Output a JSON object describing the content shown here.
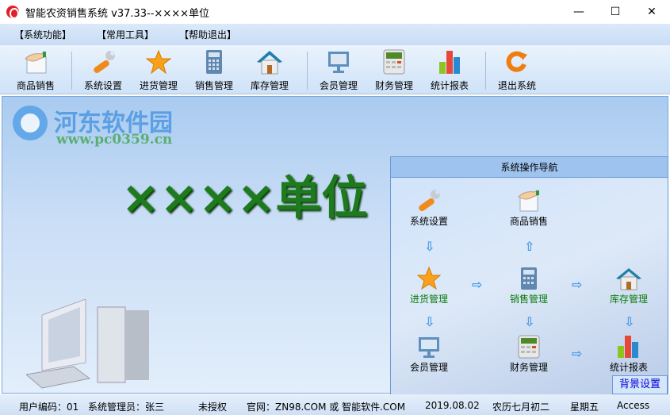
{
  "window": {
    "title": "智能农资销售系统 v37.33--××××单位",
    "minimize": "—",
    "maximize": "☐",
    "close": "✕"
  },
  "menu": [
    "【系统功能】",
    "【常用工具】",
    "【帮助退出】"
  ],
  "toolbar": [
    {
      "label": "商品销售",
      "icon": "hand-paper-icon"
    },
    {
      "label": "系统设置",
      "icon": "wrench-icon"
    },
    {
      "label": "进货管理",
      "icon": "star-icon"
    },
    {
      "label": "销售管理",
      "icon": "calculator-icon"
    },
    {
      "label": "库存管理",
      "icon": "house-icon"
    },
    {
      "label": "会员管理",
      "icon": "monitor-icon"
    },
    {
      "label": "财务管理",
      "icon": "cash-register-icon"
    },
    {
      "label": "统计报表",
      "icon": "bar-chart-icon"
    },
    {
      "label": "退出系统",
      "icon": "exit-icon"
    }
  ],
  "main": {
    "banner": "××××单位"
  },
  "nav": {
    "title": "系统操作导航",
    "items": [
      "系统设置",
      "商品销售",
      "进货管理",
      "销售管理",
      "库存管理",
      "会员管理",
      "财务管理",
      "统计报表"
    ],
    "bg_button": "背景设置"
  },
  "status": {
    "user_code": "用户编码：01",
    "admin": "系统管理员：张三",
    "license": "未授权",
    "website": "官网：ZN98.COM 或 智能软件.COM",
    "date": "2019.08.02",
    "lunar": "农历七月初二",
    "weekday": "星期五",
    "db": "Access"
  },
  "watermark": {
    "name": "河东软件园",
    "url": "www.pc0359.cn"
  }
}
